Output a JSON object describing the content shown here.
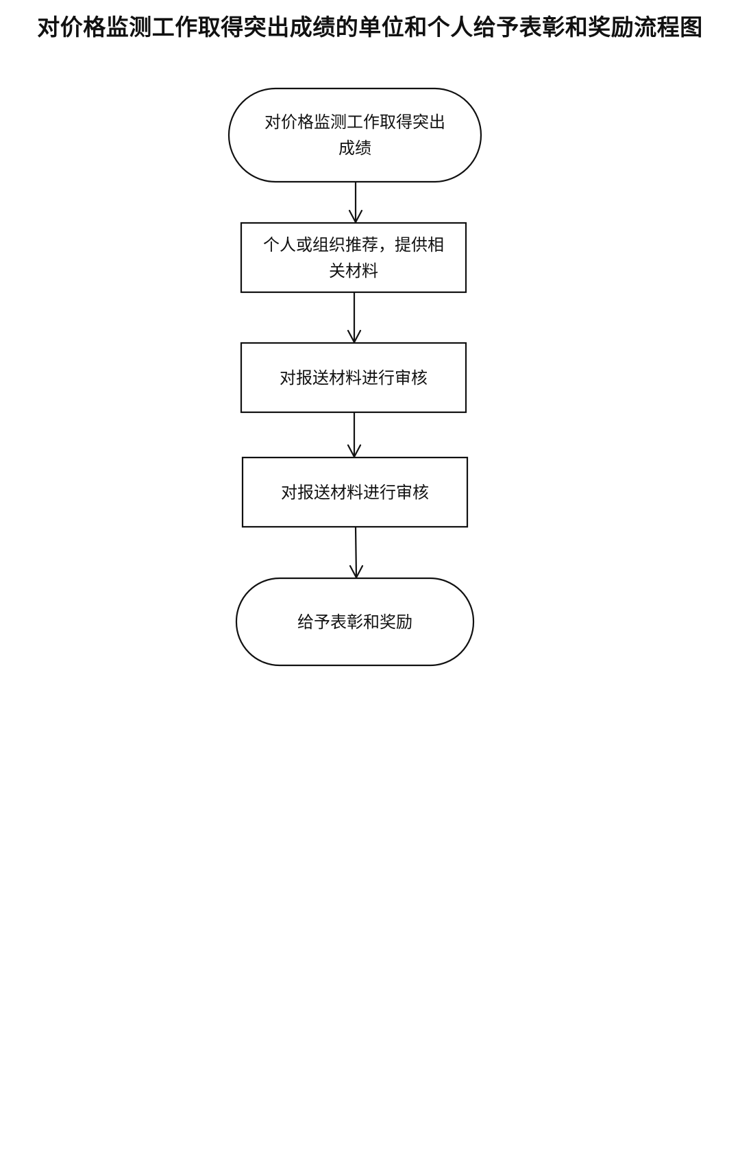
{
  "title": "对价格监测工作取得突出成绩的单位和个人给予表彰和奖励流程图",
  "nodes": [
    {
      "id": "start",
      "shape": "terminal",
      "text": "对价格监测工作取得突出成绩"
    },
    {
      "id": "recommend",
      "shape": "process",
      "text": "个人或组织推荐，提供相关材料"
    },
    {
      "id": "review-1",
      "shape": "process",
      "text": "对报送材料进行审核"
    },
    {
      "id": "review-2",
      "shape": "process",
      "text": "对报送材料进行审核"
    },
    {
      "id": "end",
      "shape": "terminal",
      "text": "给予表彰和奖励"
    }
  ],
  "edges": [
    {
      "from": "start",
      "to": "recommend"
    },
    {
      "from": "recommend",
      "to": "review-1"
    },
    {
      "from": "review-1",
      "to": "review-2"
    },
    {
      "from": "review-2",
      "to": "end"
    }
  ]
}
